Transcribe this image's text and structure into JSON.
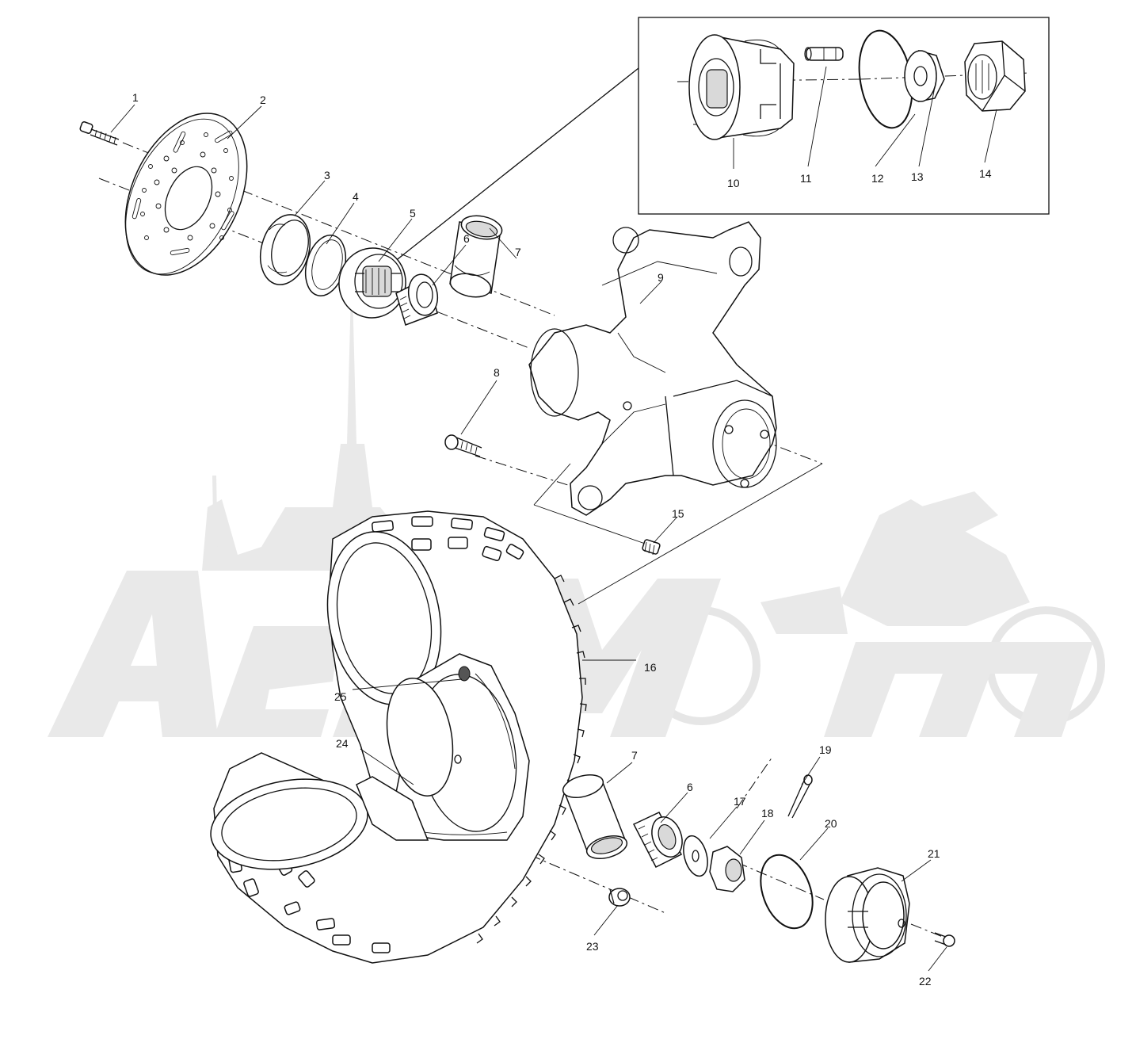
{
  "callouts": [
    {
      "id": "1",
      "label": "1"
    },
    {
      "id": "2",
      "label": "2"
    },
    {
      "id": "3",
      "label": "3"
    },
    {
      "id": "4",
      "label": "4"
    },
    {
      "id": "5",
      "label": "5"
    },
    {
      "id": "6a",
      "label": "6"
    },
    {
      "id": "7a",
      "label": "7"
    },
    {
      "id": "8",
      "label": "8"
    },
    {
      "id": "9",
      "label": "9"
    },
    {
      "id": "10",
      "label": "10"
    },
    {
      "id": "11",
      "label": "11"
    },
    {
      "id": "12",
      "label": "12"
    },
    {
      "id": "13",
      "label": "13"
    },
    {
      "id": "14",
      "label": "14"
    },
    {
      "id": "15",
      "label": "15"
    },
    {
      "id": "16",
      "label": "16"
    },
    {
      "id": "7b",
      "label": "7"
    },
    {
      "id": "6b",
      "label": "6"
    },
    {
      "id": "17",
      "label": "17"
    },
    {
      "id": "18",
      "label": "18"
    },
    {
      "id": "19",
      "label": "19"
    },
    {
      "id": "20",
      "label": "20"
    },
    {
      "id": "21",
      "label": "21"
    },
    {
      "id": "22",
      "label": "22"
    },
    {
      "id": "23",
      "label": "23"
    },
    {
      "id": "24",
      "label": "24"
    },
    {
      "id": "25",
      "label": "25"
    }
  ],
  "watermark": {
    "logo_text": "AenMoto"
  },
  "colors": {
    "line": "#111111",
    "watermark": "#e9e9e9",
    "background": "#ffffff"
  }
}
